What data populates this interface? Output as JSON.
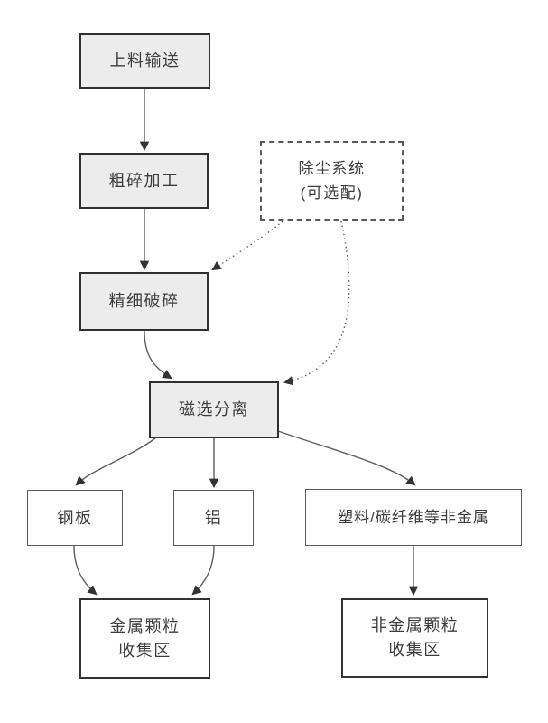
{
  "diagram": {
    "type": "flowchart",
    "background": "#ffffff",
    "nodes": {
      "feed": {
        "label": "上料输送"
      },
      "coarse_crush": {
        "label": "粗碎加工"
      },
      "dust_system": {
        "line1": "除尘系统",
        "line2": "(可选配)"
      },
      "fine_crush": {
        "label": "精细破碎"
      },
      "magnetic_sep": {
        "label": "磁选分离"
      },
      "steel": {
        "label": "钢板"
      },
      "aluminum": {
        "label": "铝"
      },
      "nonmetal": {
        "label": "塑料/碳纤维等非金属"
      },
      "metal_collect": {
        "line1": "金属颗粒",
        "line2": "收集区"
      },
      "nonmetal_collect": {
        "line1": "非金属颗粒",
        "line2": "收集区"
      }
    },
    "edges": [
      {
        "from": "feed",
        "to": "coarse_crush",
        "style": "solid"
      },
      {
        "from": "coarse_crush",
        "to": "fine_crush",
        "style": "solid"
      },
      {
        "from": "fine_crush",
        "to": "magnetic_sep",
        "style": "solid"
      },
      {
        "from": "dust_system",
        "to": "fine_crush",
        "style": "dotted"
      },
      {
        "from": "dust_system",
        "to": "magnetic_sep",
        "style": "dotted"
      },
      {
        "from": "magnetic_sep",
        "to": "steel",
        "style": "solid"
      },
      {
        "from": "magnetic_sep",
        "to": "aluminum",
        "style": "solid"
      },
      {
        "from": "magnetic_sep",
        "to": "nonmetal",
        "style": "solid"
      },
      {
        "from": "steel",
        "to": "metal_collect",
        "style": "solid"
      },
      {
        "from": "aluminum",
        "to": "metal_collect",
        "style": "solid"
      },
      {
        "from": "nonmetal",
        "to": "nonmetal_collect",
        "style": "solid"
      }
    ],
    "colors": {
      "process_fill": "#ececec",
      "process_border": "#2f2f2f",
      "output_border": "#5a5a5a",
      "collector_border": "#333333",
      "edge_stroke": "#5f5f5f",
      "arrowhead": "#333333",
      "text": "#3d3d3d"
    }
  }
}
